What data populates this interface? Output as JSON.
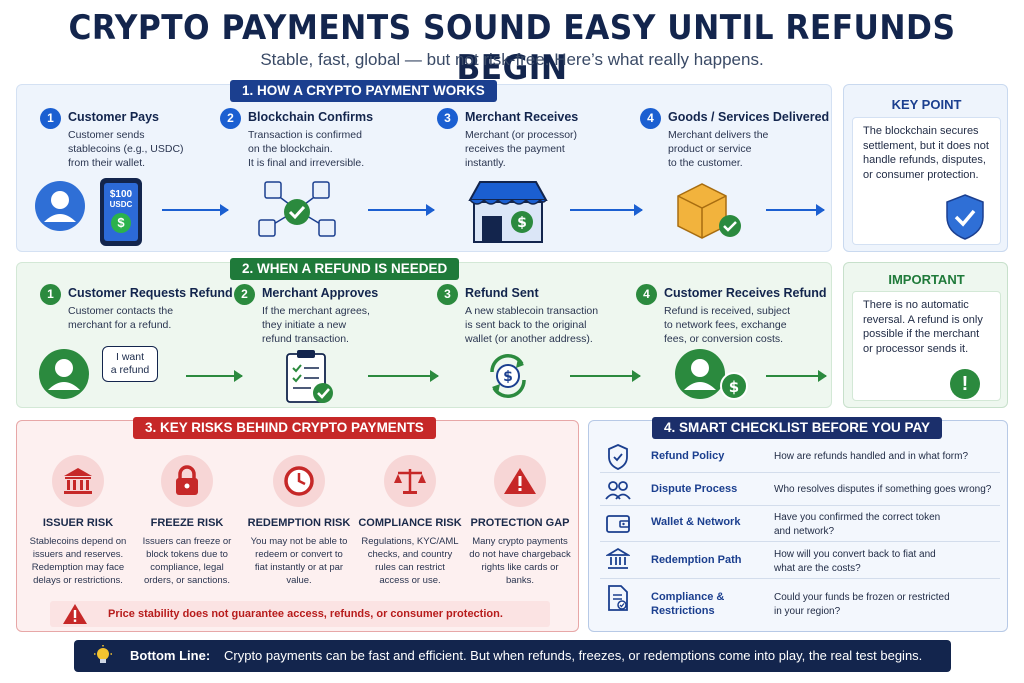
{
  "header": {
    "title": "CRYPTO PAYMENTS SOUND EASY UNTIL REFUNDS BEGIN",
    "subtitle": "Stable, fast, global — but not risk-free. Here’s what really happens."
  },
  "section1": {
    "title": "1. HOW A CRYPTO PAYMENT WORKS",
    "steps": [
      {
        "num": "1",
        "title": "Customer Pays",
        "desc": "Customer sends\nstablecoins (e.g., USDC)\nfrom their wallet."
      },
      {
        "num": "2",
        "title": "Blockchain Confirms",
        "desc": "Transaction is confirmed\non the blockchain.\nIt is final and irreversible."
      },
      {
        "num": "3",
        "title": "Merchant Receives",
        "desc": "Merchant (or processor)\nreceives the payment\ninstantly."
      },
      {
        "num": "4",
        "title": "Goods / Services Delivered",
        "desc": "Merchant delivers the\nproduct or service\nto the customer."
      }
    ],
    "phone_amount": "$100",
    "phone_currency": "USDC"
  },
  "key_point": {
    "title": "KEY POINT",
    "text": "The blockchain secures settlement, but it does not handle refunds, disputes, or consumer protection."
  },
  "section2": {
    "title": "2. WHEN A REFUND IS NEEDED",
    "steps": [
      {
        "num": "1",
        "title": "Customer Requests Refund",
        "desc": "Customer contacts the\nmerchant for a refund."
      },
      {
        "num": "2",
        "title": "Merchant Approves",
        "desc": "If the merchant agrees,\nthey initiate a new\nrefund transaction."
      },
      {
        "num": "3",
        "title": "Refund Sent",
        "desc": "A new stablecoin transaction\nis sent back to the original\nwallet (or another address)."
      },
      {
        "num": "4",
        "title": "Customer Receives Refund",
        "desc": "Refund is received, subject\nto network fees, exchange\nfees, or conversion costs."
      }
    ],
    "bubble_text": "I want\na refund"
  },
  "important": {
    "title": "IMPORTANT",
    "text": "There is no automatic reversal. A refund is only possible if the merchant or processor sends it."
  },
  "section3": {
    "title": "3. KEY RISKS BEHIND CRYPTO PAYMENTS",
    "risks": [
      {
        "title": "ISSUER RISK",
        "desc": "Stablecoins depend on\nissuers and reserves.\nRedemption may face\ndelays or restrictions.",
        "icon": "bank-icon"
      },
      {
        "title": "FREEZE RISK",
        "desc": "Issuers can freeze or\nblock tokens due to\ncompliance, legal\norders, or sanctions.",
        "icon": "lock-icon"
      },
      {
        "title": "REDEMPTION RISK",
        "desc": "You may not be able to\nredeem or convert to\nfiat instantly or at par\nvalue.",
        "icon": "clock-icon"
      },
      {
        "title": "COMPLIANCE RISK",
        "desc": "Regulations, KYC/AML\nchecks, and country\nrules can restrict\naccess or use.",
        "icon": "scales-icon"
      },
      {
        "title": "PROTECTION GAP",
        "desc": "Many crypto payments\ndo not have chargeback\nrights like cards or\nbanks.",
        "icon": "warning-icon"
      }
    ],
    "warning": "Price stability does not guarantee access, refunds, or consumer protection."
  },
  "section4": {
    "title": "4. SMART CHECKLIST BEFORE YOU PAY",
    "items": [
      {
        "label": "Refund Policy",
        "desc": "How are refunds handled and in what form?"
      },
      {
        "label": "Dispute Process",
        "desc": "Who resolves disputes if something goes wrong?"
      },
      {
        "label": "Wallet & Network",
        "desc": "Have you confirmed the correct token\nand network?"
      },
      {
        "label": "Redemption Path",
        "desc": "How will you convert back to fiat and\nwhat are the costs?"
      },
      {
        "label": "Compliance &\nRestrictions",
        "desc": "Could your funds be frozen or restricted\nin your region?"
      }
    ]
  },
  "bottom_line": {
    "label": "Bottom Line:",
    "text": "Crypto payments can be fast and efficient. But when refunds, freezes, or redemptions come into play, the real test begins."
  },
  "colors": {
    "navy": "#13254d",
    "blue": "#1b5fd1",
    "green": "#2b8a3e",
    "red": "#c62828"
  }
}
